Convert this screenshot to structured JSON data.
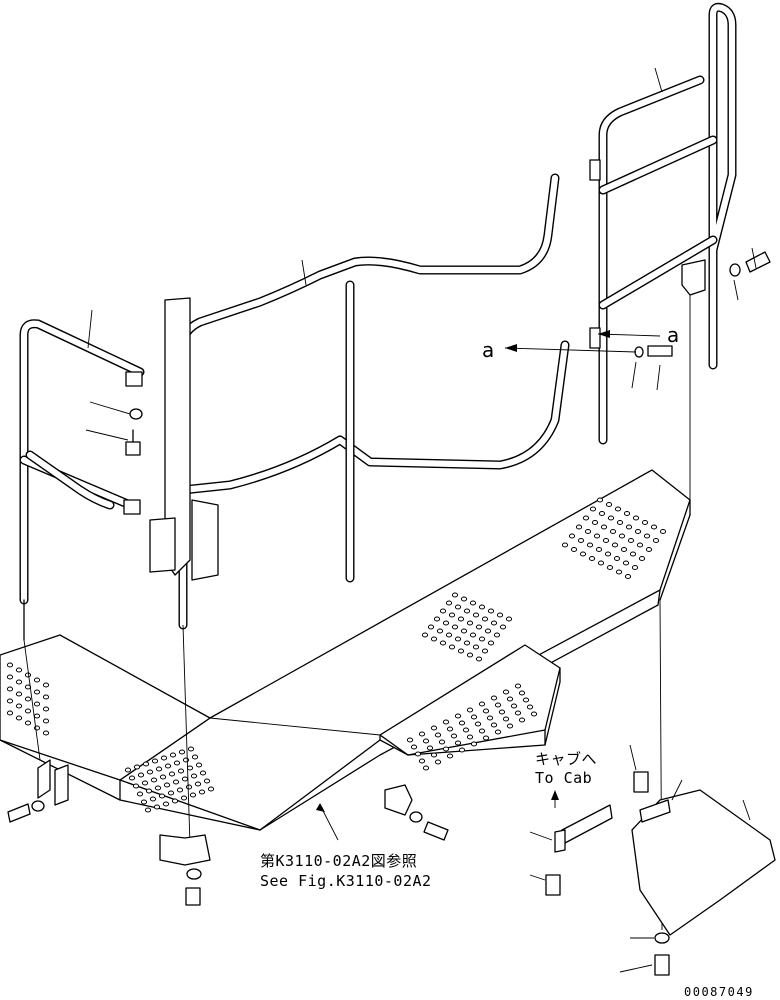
{
  "labels": {
    "reference_ja": "第K3110-02A2図参照",
    "reference_en": "See Fig.K3110-02A2",
    "to_cab_ja": "キャブへ",
    "to_cab_en": "To Cab",
    "view_mark": "a",
    "drawing_number": "00087049"
  }
}
